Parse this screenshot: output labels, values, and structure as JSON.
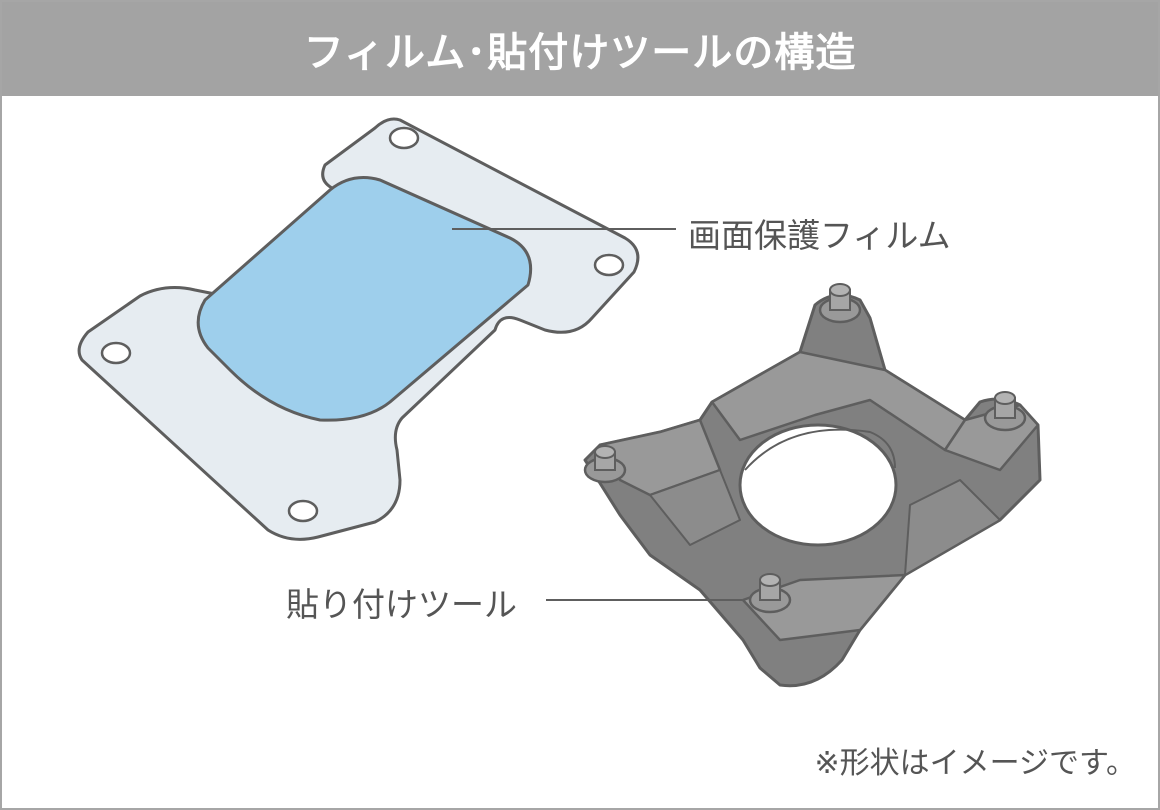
{
  "header": {
    "title": "フィルム･貼付けツールの構造"
  },
  "labels": {
    "film": "画面保護フィルム",
    "tool": "貼り付けツール"
  },
  "note": "※形状はイメージです。",
  "colors": {
    "header_bg": "#a3a3a3",
    "film_backing": "#e6ecf1",
    "film_screen": "#9ecfec",
    "tool_body": "#808080",
    "outline": "#5e5e5e",
    "label_text": "#555555"
  }
}
